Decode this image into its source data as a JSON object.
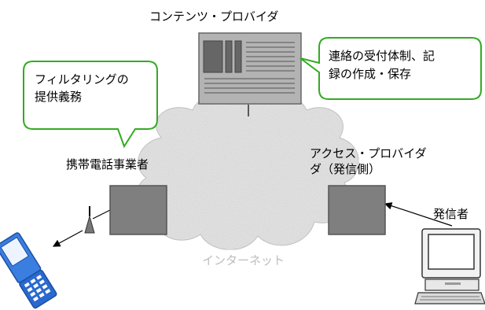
{
  "labels": {
    "content_provider": "コンテンツ・プロバイダ",
    "carrier": "携帯電話事業者",
    "access_provider_line1": "アクセス・プロバイダ",
    "access_provider_line2": "ダ（発信側）",
    "sender": "発信者",
    "internet": "インターネット"
  },
  "callouts": {
    "left": {
      "line1": "フィルタリングの",
      "line2": "提供義務"
    },
    "right": {
      "line1": "連絡の受付体制、記",
      "line2": "録の作成・保存"
    }
  },
  "colors": {
    "callout_border": "#33aa22",
    "server_box": "#7f7f7f",
    "cloud": "#e6e6e6",
    "phone": "#2f6fd6"
  }
}
